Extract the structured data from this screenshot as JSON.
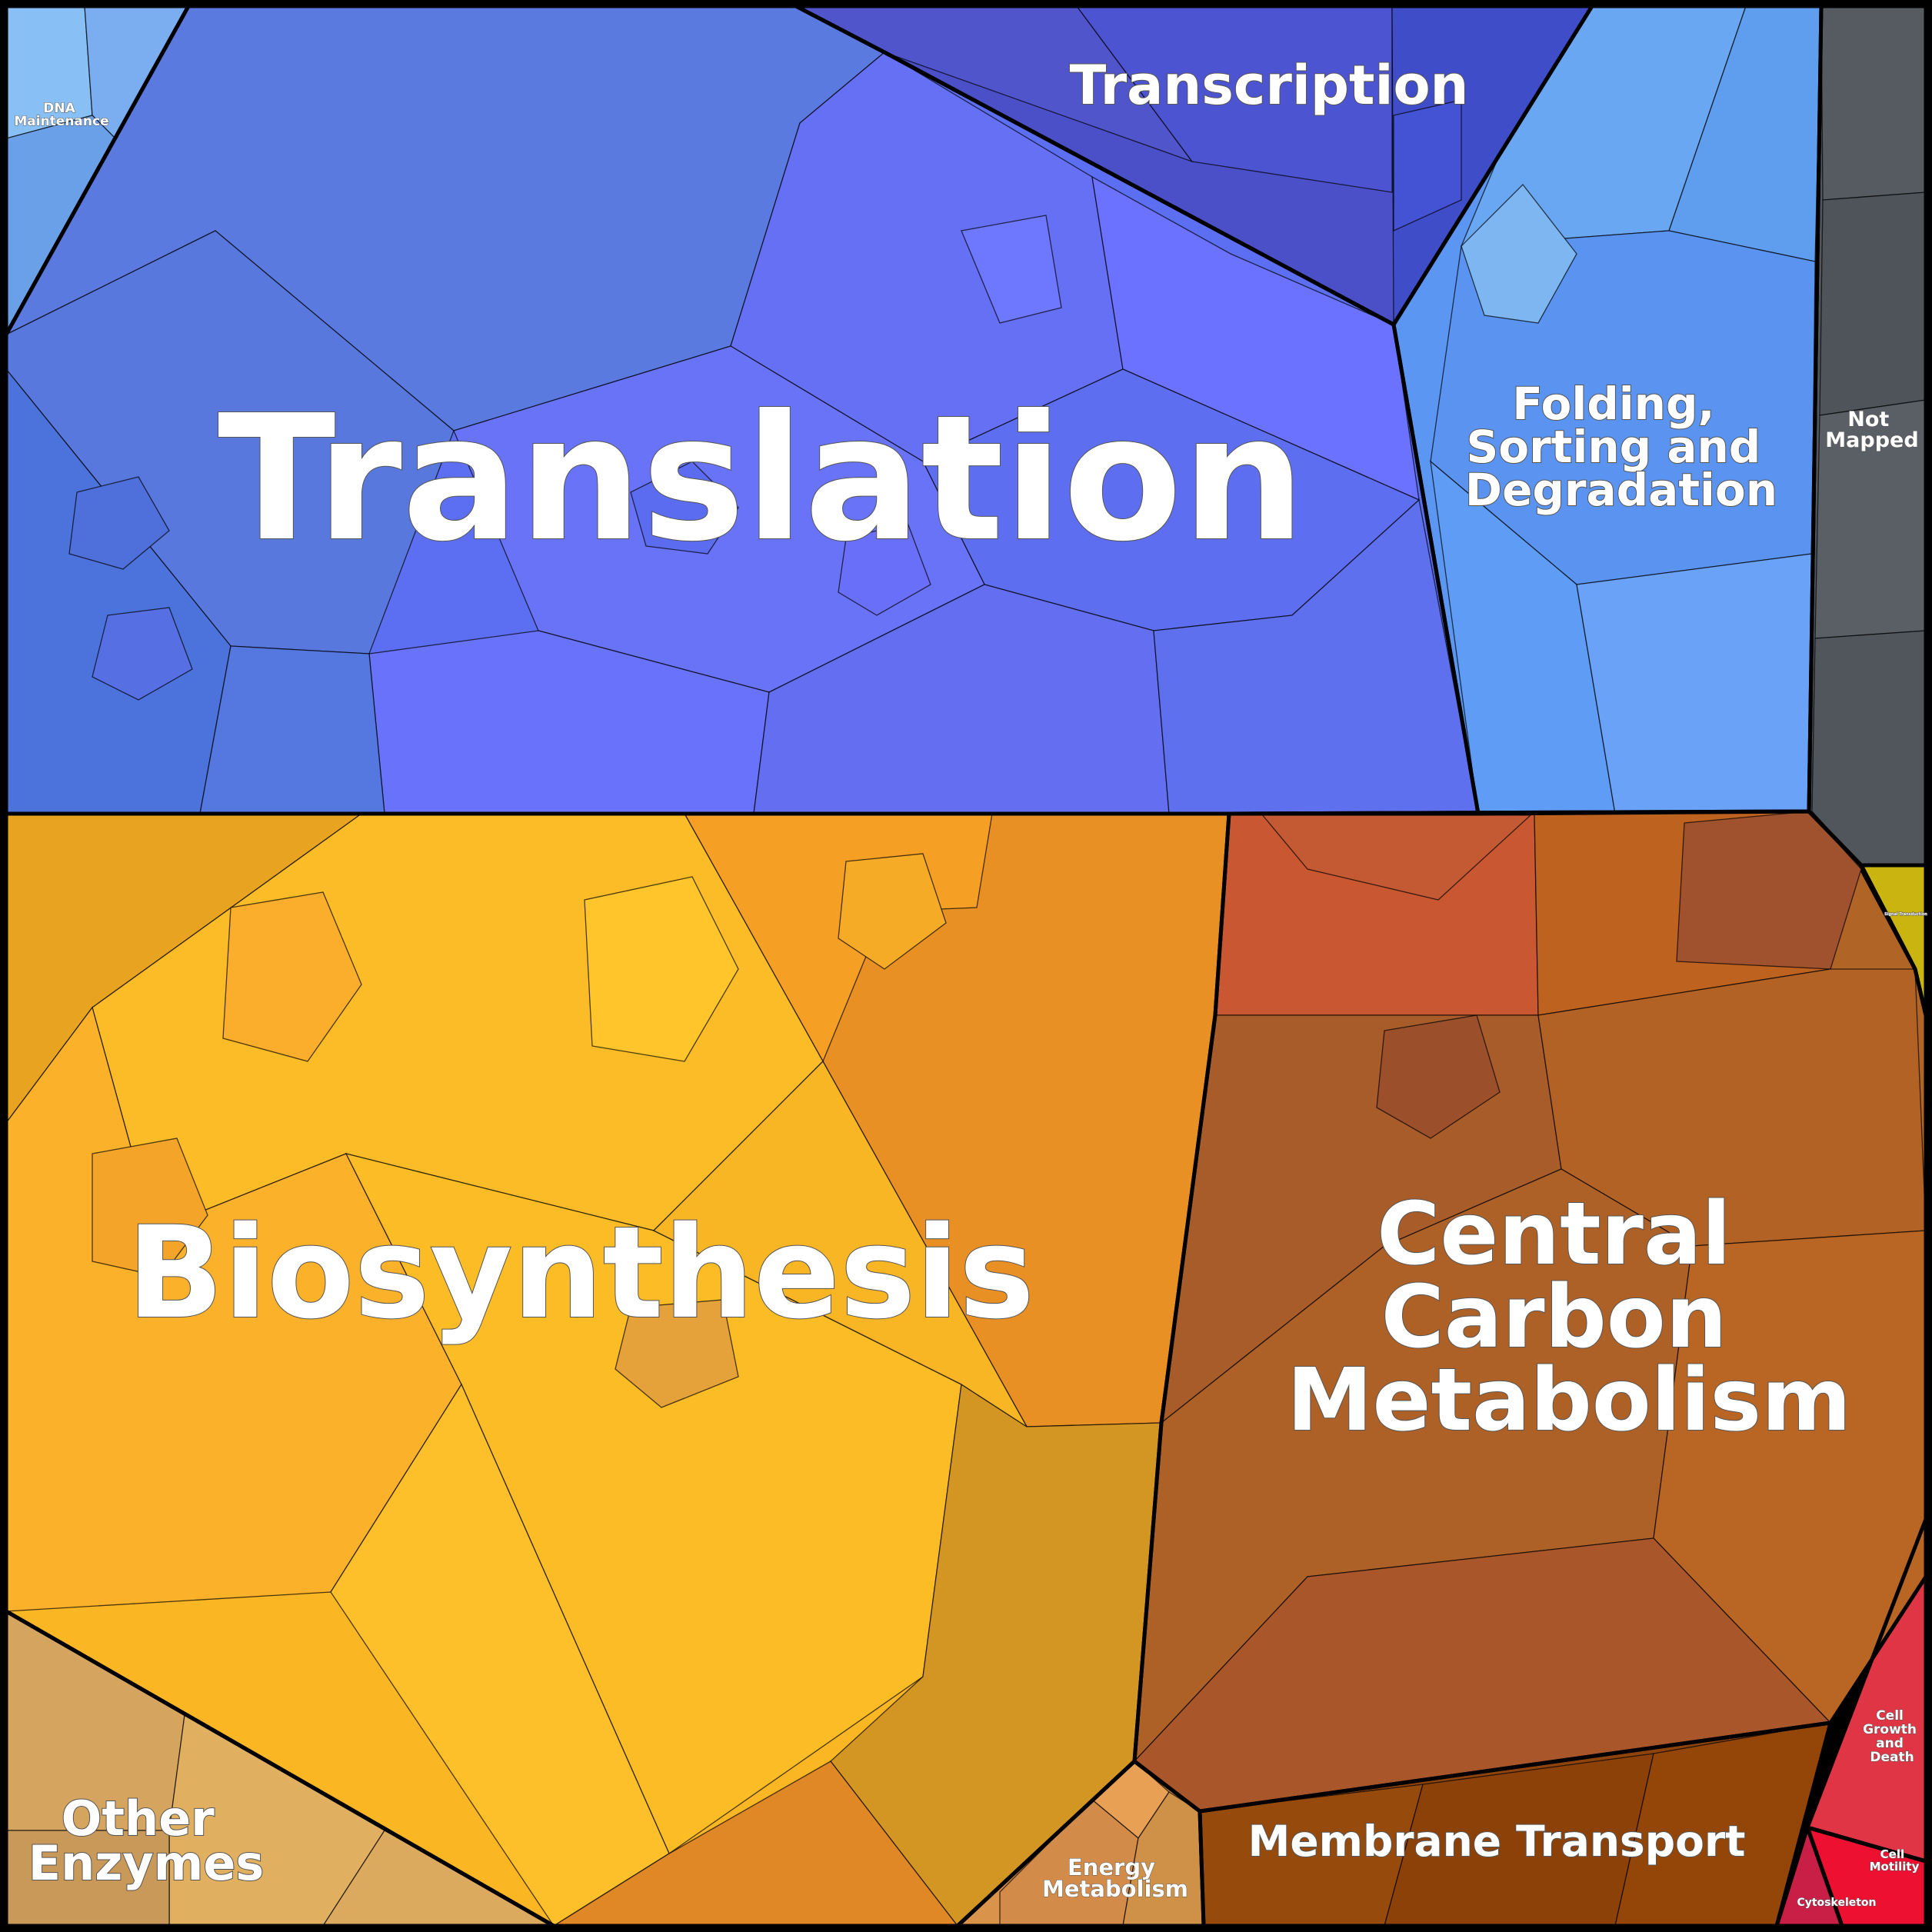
{
  "diagram": {
    "type": "voronoi-treemap",
    "frame_color": "#000000",
    "categories": [
      {
        "id": "translation",
        "label": "Translation",
        "color": "#5c6ff2"
      },
      {
        "id": "transcription",
        "label": "Transcription",
        "color": "#4b50c8"
      },
      {
        "id": "folding",
        "label": "Folding, Sorting and Degradation",
        "color": "#5b96f2"
      },
      {
        "id": "dna",
        "label": "DNA Maintenance",
        "color": "#7ab3f0"
      },
      {
        "id": "not_mapped",
        "label": "Not Mapped",
        "color": "#52575e"
      },
      {
        "id": "biosynthesis",
        "label": "Biosynthesis",
        "color": "#fbb623"
      },
      {
        "id": "ccm",
        "label": "Central Carbon Metabolism",
        "color": "#b06426"
      },
      {
        "id": "membrane",
        "label": "Membrane Transport",
        "color": "#8e430a"
      },
      {
        "id": "energy",
        "label": "Energy Metabolism",
        "color": "#d9934b"
      },
      {
        "id": "other",
        "label": "Other Enzymes",
        "color": "#d7a85c"
      },
      {
        "id": "cell_growth",
        "label": "Cell Growth and Death",
        "color": "#e03545"
      },
      {
        "id": "cell_motility",
        "label": "Cell Motility",
        "color": "#ee1030"
      },
      {
        "id": "cytoskeleton",
        "label": "Cytoskeleton",
        "color": "#c91e45"
      },
      {
        "id": "signal",
        "label": "Signal Transduction",
        "color": "#c9b410"
      }
    ]
  }
}
